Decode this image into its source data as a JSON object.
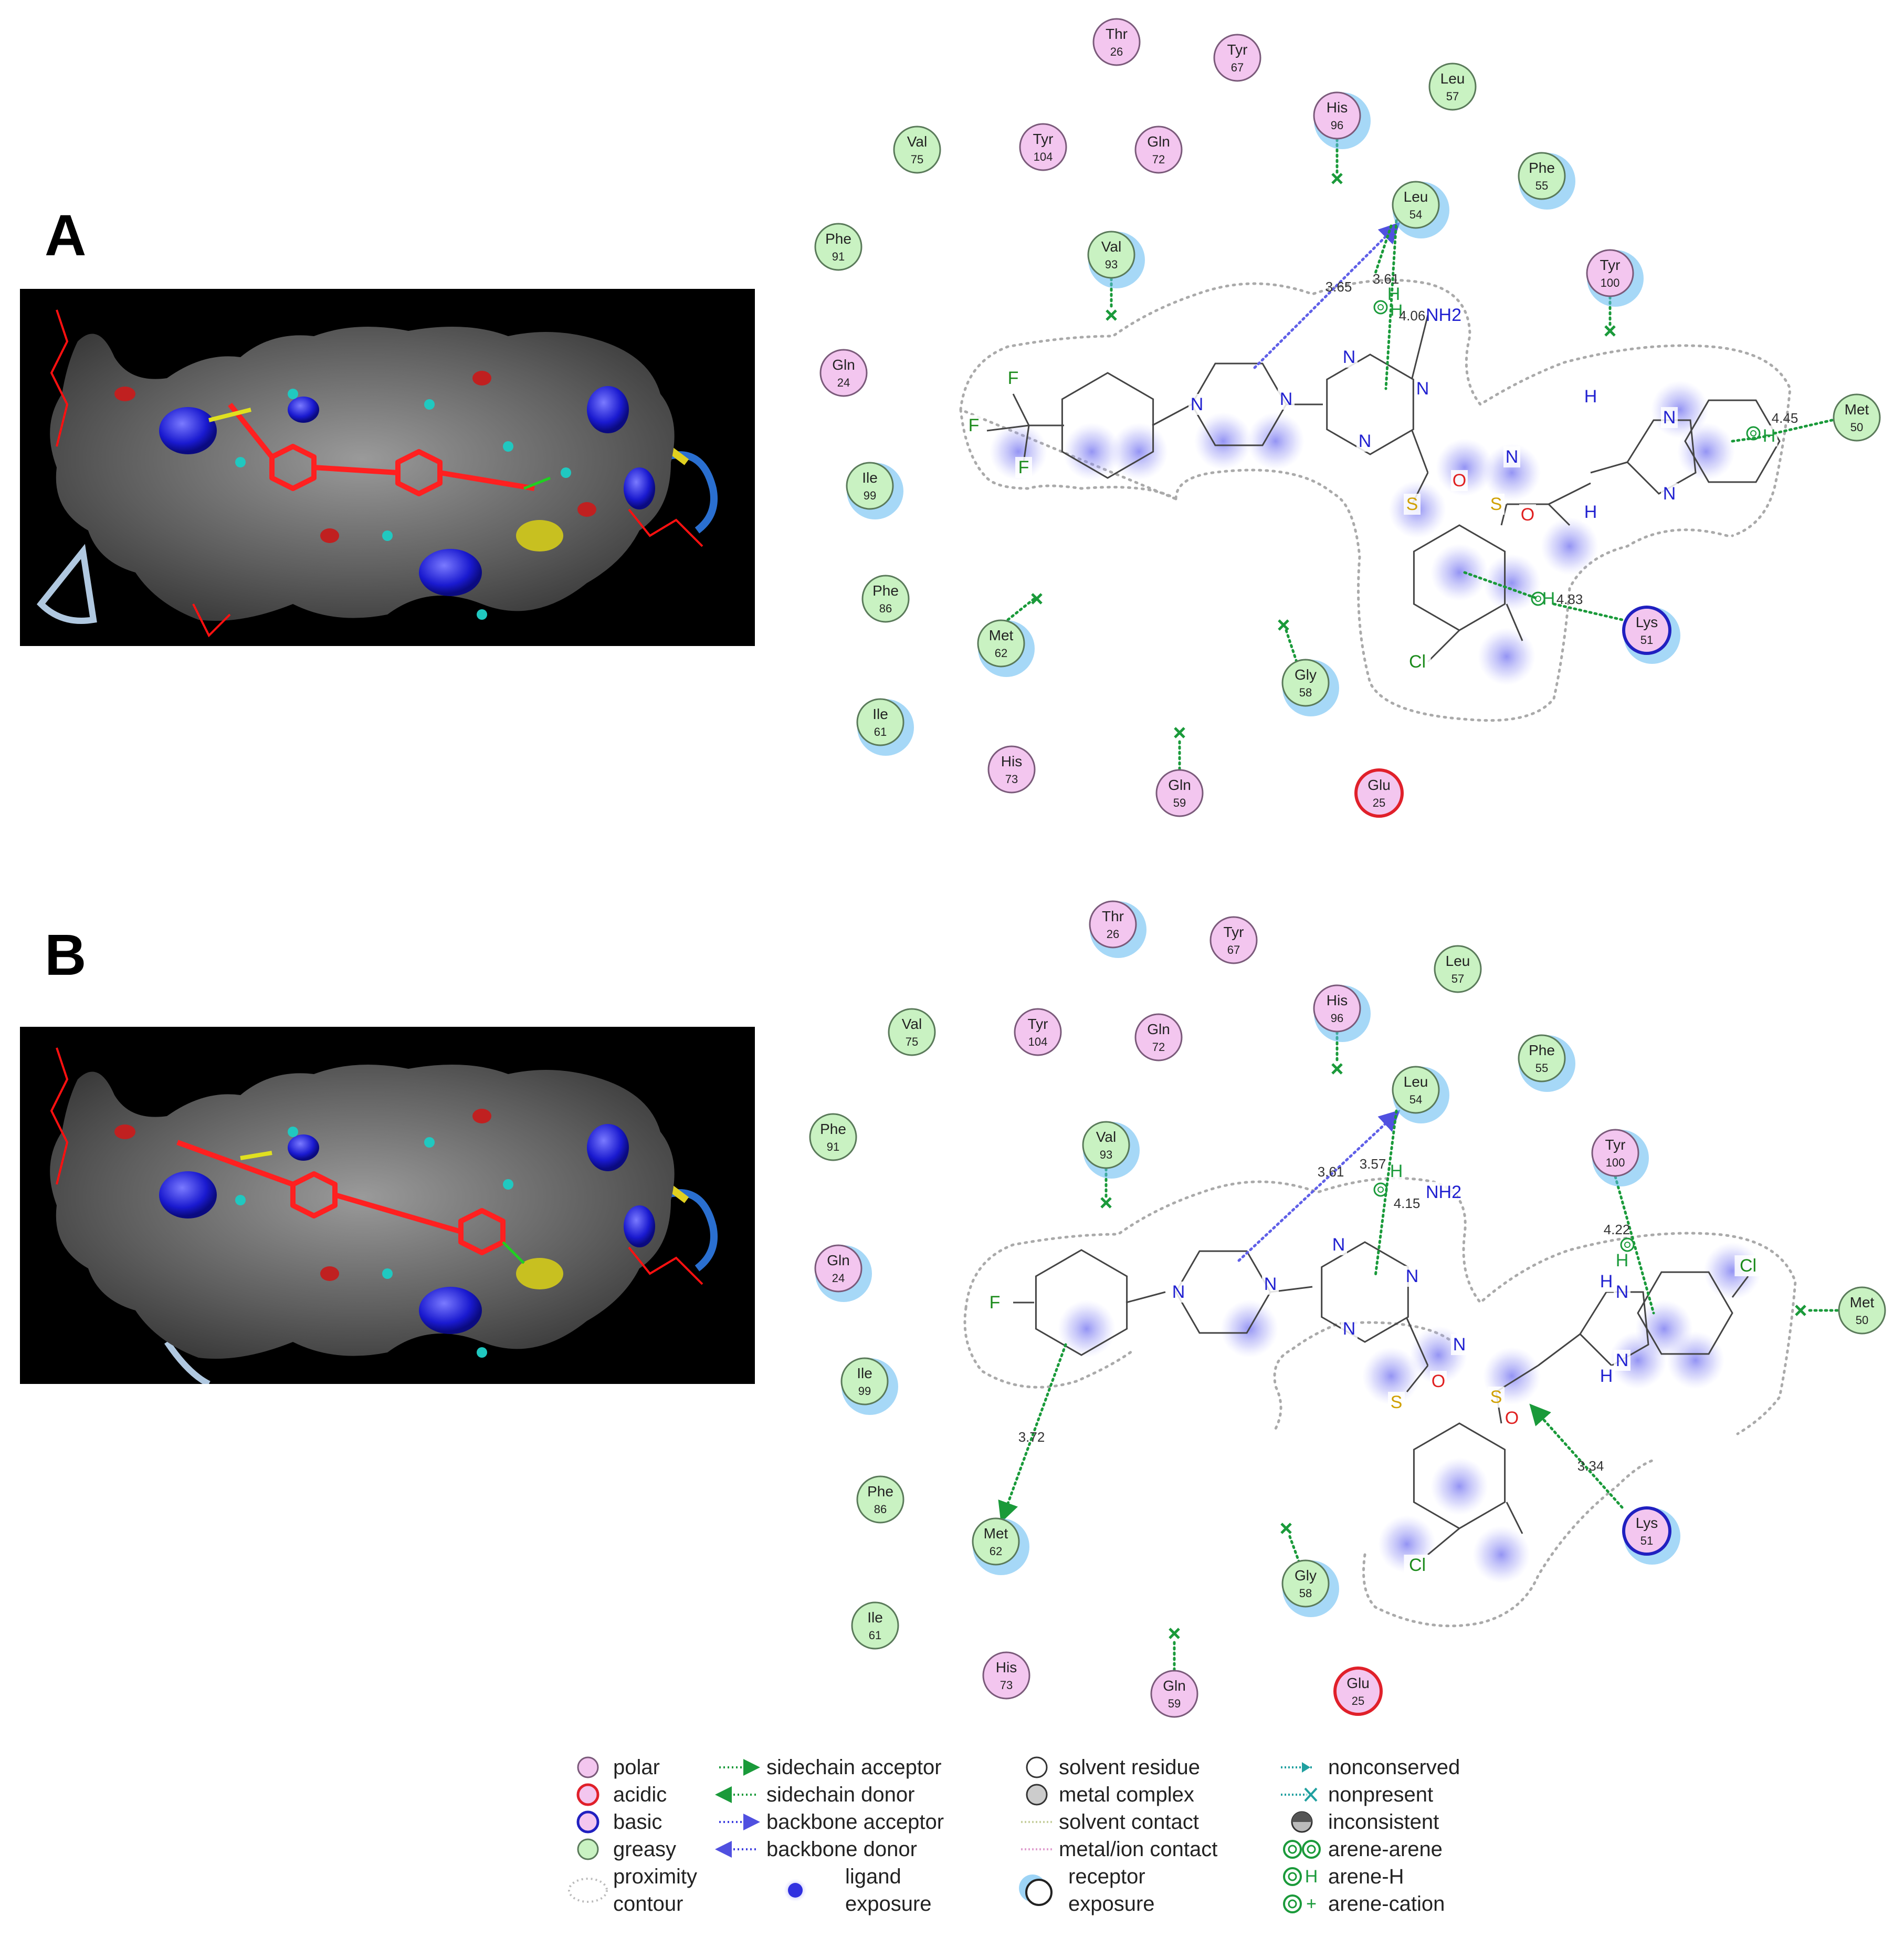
{
  "panels": [
    {
      "label": "A",
      "residues": [
        {
          "name": "Thr",
          "num": "26",
          "type": "polar",
          "exposure": false
        },
        {
          "name": "Tyr",
          "num": "67",
          "type": "polar",
          "exposure": false
        },
        {
          "name": "Leu",
          "num": "57",
          "type": "greasy",
          "exposure": false
        },
        {
          "name": "His",
          "num": "96",
          "type": "polar",
          "exposure": true
        },
        {
          "name": "Val",
          "num": "75",
          "type": "greasy",
          "exposure": false
        },
        {
          "name": "Tyr",
          "num": "104",
          "type": "polar",
          "exposure": false
        },
        {
          "name": "Gln",
          "num": "72",
          "type": "polar",
          "exposure": false
        },
        {
          "name": "Phe",
          "num": "55",
          "type": "greasy",
          "exposure": true
        },
        {
          "name": "Leu",
          "num": "54",
          "type": "greasy",
          "exposure": true
        },
        {
          "name": "Phe",
          "num": "91",
          "type": "greasy",
          "exposure": false
        },
        {
          "name": "Val",
          "num": "93",
          "type": "greasy",
          "exposure": true
        },
        {
          "name": "Tyr",
          "num": "100",
          "type": "polar",
          "exposure": true
        },
        {
          "name": "Gln",
          "num": "24",
          "type": "polar",
          "exposure": false
        },
        {
          "name": "Met",
          "num": "50",
          "type": "greasy",
          "exposure": false
        },
        {
          "name": "Ile",
          "num": "99",
          "type": "greasy",
          "exposure": true
        },
        {
          "name": "Phe",
          "num": "86",
          "type": "greasy",
          "exposure": false
        },
        {
          "name": "Met",
          "num": "62",
          "type": "greasy",
          "exposure": true
        },
        {
          "name": "Lys",
          "num": "51",
          "type": "basic",
          "exposure": true
        },
        {
          "name": "Gly",
          "num": "58",
          "type": "greasy",
          "exposure": true
        },
        {
          "name": "Ile",
          "num": "61",
          "type": "greasy",
          "exposure": true
        },
        {
          "name": "His",
          "num": "73",
          "type": "polar",
          "exposure": false
        },
        {
          "name": "Gln",
          "num": "59",
          "type": "polar",
          "exposure": false
        },
        {
          "name": "Glu",
          "num": "25",
          "type": "acidic",
          "exposure": false
        }
      ],
      "distances": [
        "3.65",
        "3.61",
        "4.06",
        "4.45",
        "4.83"
      ],
      "atoms": [
        "F",
        "F",
        "F",
        "N",
        "N",
        "N",
        "N",
        "N",
        "NH2",
        "N",
        "S",
        "O",
        "O",
        "S",
        "Cl",
        "H",
        "H",
        "N",
        "N",
        "H",
        "H",
        "H",
        "H"
      ]
    },
    {
      "label": "B",
      "residues": [
        {
          "name": "Thr",
          "num": "26",
          "type": "polar",
          "exposure": true
        },
        {
          "name": "Tyr",
          "num": "67",
          "type": "polar",
          "exposure": false
        },
        {
          "name": "Leu",
          "num": "57",
          "type": "greasy",
          "exposure": false
        },
        {
          "name": "His",
          "num": "96",
          "type": "polar",
          "exposure": true
        },
        {
          "name": "Val",
          "num": "75",
          "type": "greasy",
          "exposure": false
        },
        {
          "name": "Tyr",
          "num": "104",
          "type": "polar",
          "exposure": false
        },
        {
          "name": "Gln",
          "num": "72",
          "type": "polar",
          "exposure": false
        },
        {
          "name": "Phe",
          "num": "55",
          "type": "greasy",
          "exposure": true
        },
        {
          "name": "Leu",
          "num": "54",
          "type": "greasy",
          "exposure": true
        },
        {
          "name": "Phe",
          "num": "91",
          "type": "greasy",
          "exposure": false
        },
        {
          "name": "Val",
          "num": "93",
          "type": "greasy",
          "exposure": true
        },
        {
          "name": "Tyr",
          "num": "100",
          "type": "polar",
          "exposure": true
        },
        {
          "name": "Gln",
          "num": "24",
          "type": "polar",
          "exposure": true
        },
        {
          "name": "Met",
          "num": "50",
          "type": "greasy",
          "exposure": false
        },
        {
          "name": "Ile",
          "num": "99",
          "type": "greasy",
          "exposure": true
        },
        {
          "name": "Phe",
          "num": "86",
          "type": "greasy",
          "exposure": false
        },
        {
          "name": "Met",
          "num": "62",
          "type": "greasy",
          "exposure": true
        },
        {
          "name": "Lys",
          "num": "51",
          "type": "basic",
          "exposure": true
        },
        {
          "name": "Gly",
          "num": "58",
          "type": "greasy",
          "exposure": true
        },
        {
          "name": "Ile",
          "num": "61",
          "type": "greasy",
          "exposure": false
        },
        {
          "name": "His",
          "num": "73",
          "type": "polar",
          "exposure": false
        },
        {
          "name": "Gln",
          "num": "59",
          "type": "polar",
          "exposure": false
        },
        {
          "name": "Glu",
          "num": "25",
          "type": "acidic",
          "exposure": false
        }
      ],
      "distances": [
        "3.61",
        "3.57",
        "4.15",
        "4.22",
        "3.72",
        "3.34"
      ],
      "atoms": [
        "F",
        "N",
        "N",
        "N",
        "N",
        "N",
        "NH2",
        "H",
        "N",
        "S",
        "O",
        "O",
        "S",
        "Cl",
        "H",
        "H",
        "N",
        "N",
        "Cl",
        "H"
      ]
    }
  ],
  "legend": {
    "residue_types": [
      {
        "label": "polar",
        "fill": "#f3c6ef",
        "stroke": "#7a5a7a"
      },
      {
        "label": "acidic",
        "fill": "#f3c6ef",
        "stroke": "#e0202a"
      },
      {
        "label": "basic",
        "fill": "#f3c6ef",
        "stroke": "#2020c0"
      },
      {
        "label": "greasy",
        "fill": "#c9f2c2",
        "stroke": "#5a7a5a"
      }
    ],
    "proximity_contour": [
      "proximity",
      "contour"
    ],
    "interactions": [
      {
        "label": "sidechain acceptor",
        "color": "#1a9a3a"
      },
      {
        "label": "sidechain donor",
        "color": "#1a9a3a"
      },
      {
        "label": "backbone acceptor",
        "color": "#4040e0"
      },
      {
        "label": "backbone donor",
        "color": "#4040e0"
      }
    ],
    "ligand_exposure": [
      "ligand",
      "exposure"
    ],
    "misc": [
      {
        "label": "solvent residue"
      },
      {
        "label": "metal complex"
      },
      {
        "label": "solvent contact"
      },
      {
        "label": "metal/ion contact"
      }
    ],
    "receptor_exposure": [
      "receptor",
      "exposure"
    ],
    "extra": [
      {
        "label": "nonconserved"
      },
      {
        "label": "nonpresent"
      },
      {
        "label": "inconsistent"
      },
      {
        "label": "arene-arene"
      },
      {
        "label": "arene-H"
      },
      {
        "label": "arene-cation"
      }
    ]
  },
  "colors": {
    "polar_fill": "#f3c6ef",
    "greasy_fill": "#c9f2c2",
    "acidic_stroke": "#e0202a",
    "basic_stroke": "#2020c0",
    "exposure_blue": "#5cb8f0",
    "hbond_green": "#1a9a3a",
    "backbone_blue": "#6060e8",
    "ligand_blob": "#8080f0"
  }
}
